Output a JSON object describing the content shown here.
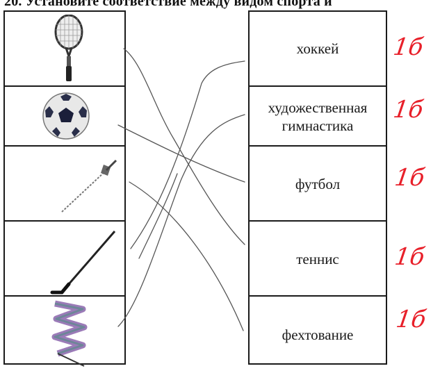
{
  "heading": "20. Установите соответствие между видом спорта и",
  "left_pictures": [
    {
      "icon": "tennis-racket-icon"
    },
    {
      "icon": "soccer-ball-icon"
    },
    {
      "icon": "fencing-sword-icon"
    },
    {
      "icon": "hockey-stick-icon"
    },
    {
      "icon": "gymnastics-ribbon-icon"
    }
  ],
  "right_labels": [
    {
      "text": "хоккей"
    },
    {
      "text": "художественная гимнастика"
    },
    {
      "text": "футбол"
    },
    {
      "text": "теннис"
    },
    {
      "text": "фехтование"
    }
  ],
  "scores": [
    "1б",
    "1б",
    "1б",
    "1б",
    "1б"
  ],
  "colors": {
    "grade_red": "#e8202a",
    "ink": "#1a1a1a",
    "pencil": "#555555"
  }
}
